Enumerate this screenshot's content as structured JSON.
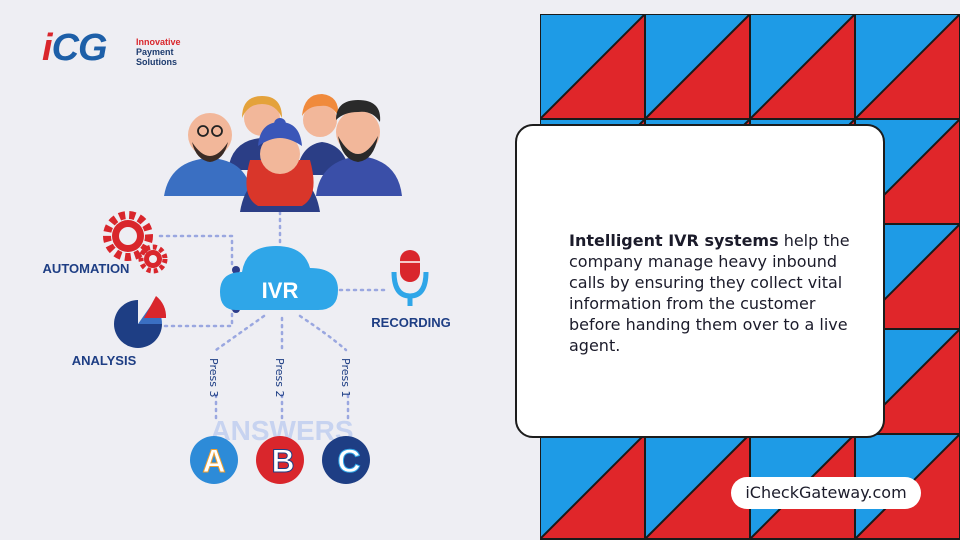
{
  "logo": {
    "mark_i": "i",
    "mark_cg": "CG",
    "tagline_1": "Innovative",
    "tagline_2": "Payment",
    "tagline_3": "Solutions",
    "colors": {
      "red": "#d9262c",
      "blue": "#1d5fa8"
    }
  },
  "diagram": {
    "center": "IVR",
    "automation": "AUTOMATION",
    "analysis": "ANALYSIS",
    "recording": "RECORDING",
    "press_3": "Press 3",
    "press_2": "Press 2",
    "press_1": "Press 1",
    "answers": "ANSWERS",
    "answer_a": "A",
    "answer_b": "B",
    "answer_c": "C"
  },
  "card": {
    "bold_lead": "Intelligent IVR systems",
    "body": " help the company manage heavy inbound calls by ensuring they collect vital information from the customer before handing them over to a live agent."
  },
  "website": "iCheckGateway.com",
  "colors": {
    "pattern_blue": "#1e9be6",
    "pattern_red": "#e0262a",
    "navy": "#1e3e84",
    "cloud": "#2fa6e8"
  }
}
